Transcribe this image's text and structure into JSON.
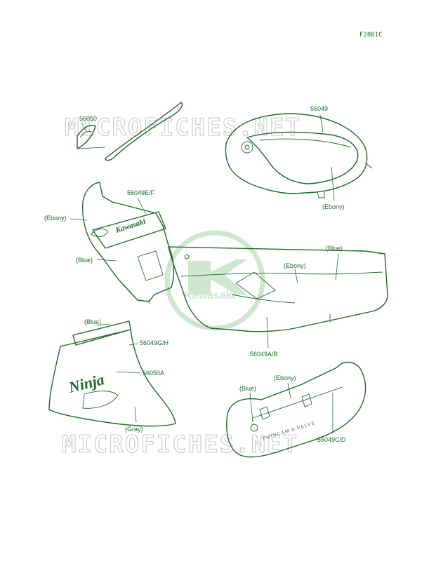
{
  "figure_code": "F2861C",
  "watermark": "MICROFICHES.NET",
  "logo_brand": "Kawasaki",
  "colors": {
    "line": "#1f6b2a",
    "fill": "#f6eef0",
    "fill_dark": "#d8c7cb",
    "watermark": "#c9c9c9",
    "logo": "#cfe6cf"
  },
  "callouts": {
    "p56050": "56050",
    "p56049": "56049",
    "p56049EF": "56049E/F",
    "p56049AB": "56049A/B",
    "p56049GH": "56049G/H",
    "p56050A": "56050A",
    "p56049CD": "56049C/D",
    "ebony": "(Ebony)",
    "blue": "(Blue)",
    "gray": "(Gray)"
  },
  "decals": {
    "kawasaki": "Kawasaki",
    "ninja": "Ninja",
    "twincam": "TWINCAM 8-VALVE"
  }
}
